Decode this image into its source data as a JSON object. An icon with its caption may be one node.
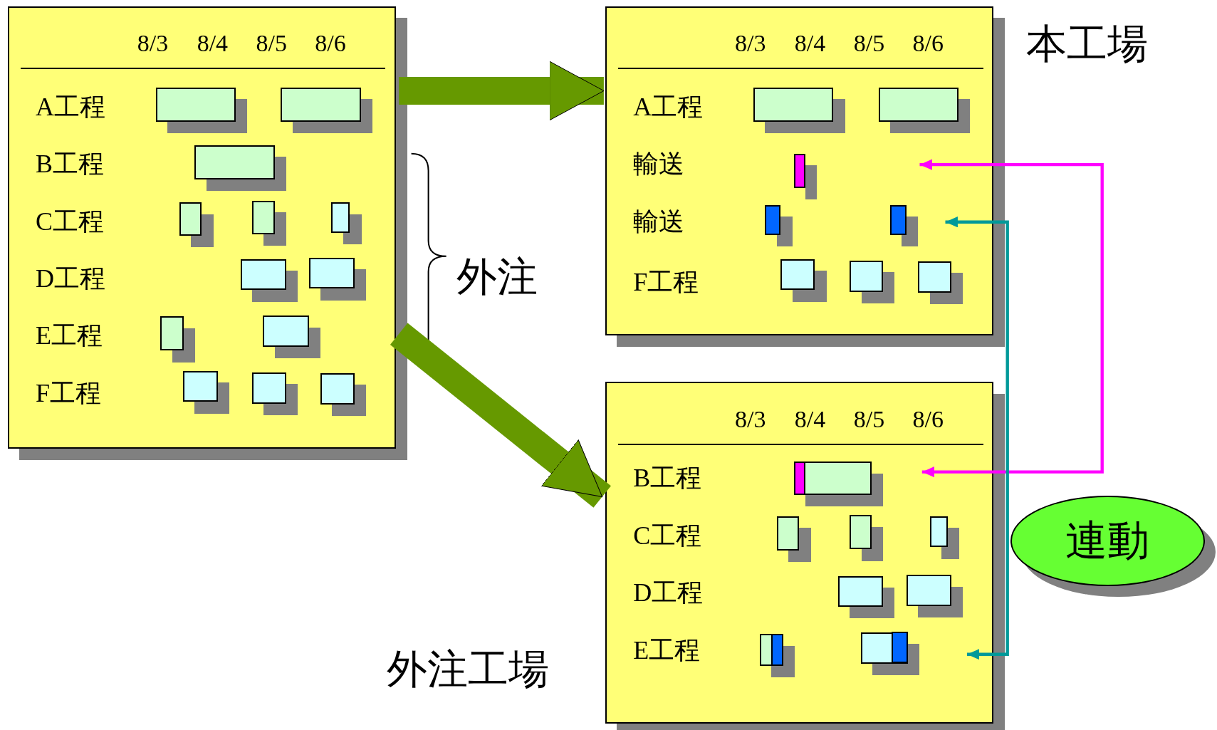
{
  "diagram": {
    "nodes": [
      {
        "text": [
          "8/3",
          "8/4",
          "8/5",
          "8/6"
        ]
      },
      {
        "text": [
          "A工程"
        ],
        "in": 0
      },
      {
        "text": [
          "B工程"
        ],
        "in": 0
      },
      {
        "text": [
          "C工程"
        ],
        "in": 0
      },
      {
        "text": [
          "D工程"
        ],
        "in": 0
      },
      {
        "text": [
          "E工程"
        ],
        "in": 0
      },
      {
        "text": [
          "F工程"
        ],
        "in": 0
      },
      {
        "text": [
          "8/3",
          "8/4",
          "8/5",
          "8/6"
        ],
        "beside": [
          "本工場"
        ]
      },
      {
        "text": [
          "A工程"
        ],
        "in": 7
      },
      {
        "text": [
          "輸送"
        ],
        "in": 7
      },
      {
        "text": [
          "輸送"
        ],
        "in": 7
      },
      {
        "text": [
          "F工程"
        ],
        "in": 7
      },
      {
        "text": [
          "8/3",
          "8/4",
          "8/5",
          "8/6"
        ],
        "beside": [
          "外注工場"
        ]
      },
      {
        "text": [
          "B工程"
        ],
        "in": 12
      },
      {
        "text": [
          "C工程"
        ],
        "in": 12
      },
      {
        "text": [
          "D工程"
        ],
        "in": 12
      },
      {
        "text": [
          "E工程"
        ],
        "in": 12
      },
      {
        "text": [
          "連動"
        ]
      }
    ],
    "edges": [
      {
        "from": 0,
        "to": 7,
        "arrow": "to",
        "style": "thick",
        "color": "#669900"
      },
      {
        "from": 0,
        "to": 12,
        "arrow": "to",
        "style": "thick",
        "color": "#669900"
      },
      {
        "from": 7,
        "to": 12,
        "arrow": "both",
        "color": "#ff00ff"
      },
      {
        "from": 7,
        "to": 12,
        "arrow": "both",
        "color": "#009999"
      }
    ],
    "labels": [
      "外注"
    ]
  }
}
